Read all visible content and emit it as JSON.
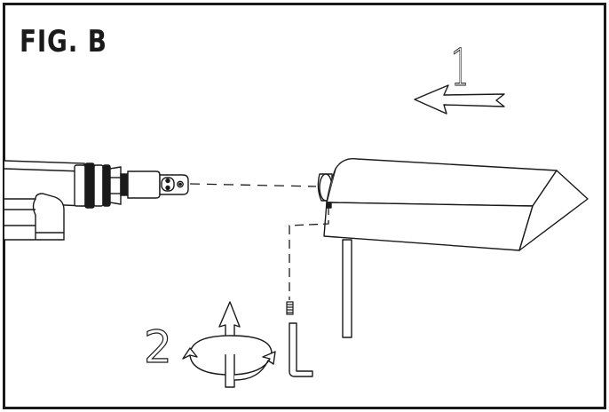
{
  "figure": {
    "title": "FIG. B",
    "step_1_label": "1",
    "step_2_label": "2"
  },
  "colors": {
    "ink": "#1a1a1a",
    "background": "#ffffff"
  },
  "icons": {
    "step_1_arrow": "left-arrow-icon",
    "step_2_arrow": "rotate-up-arrow-icon",
    "hex_key": "allen-key-icon",
    "set_screw": "set-screw-icon"
  }
}
